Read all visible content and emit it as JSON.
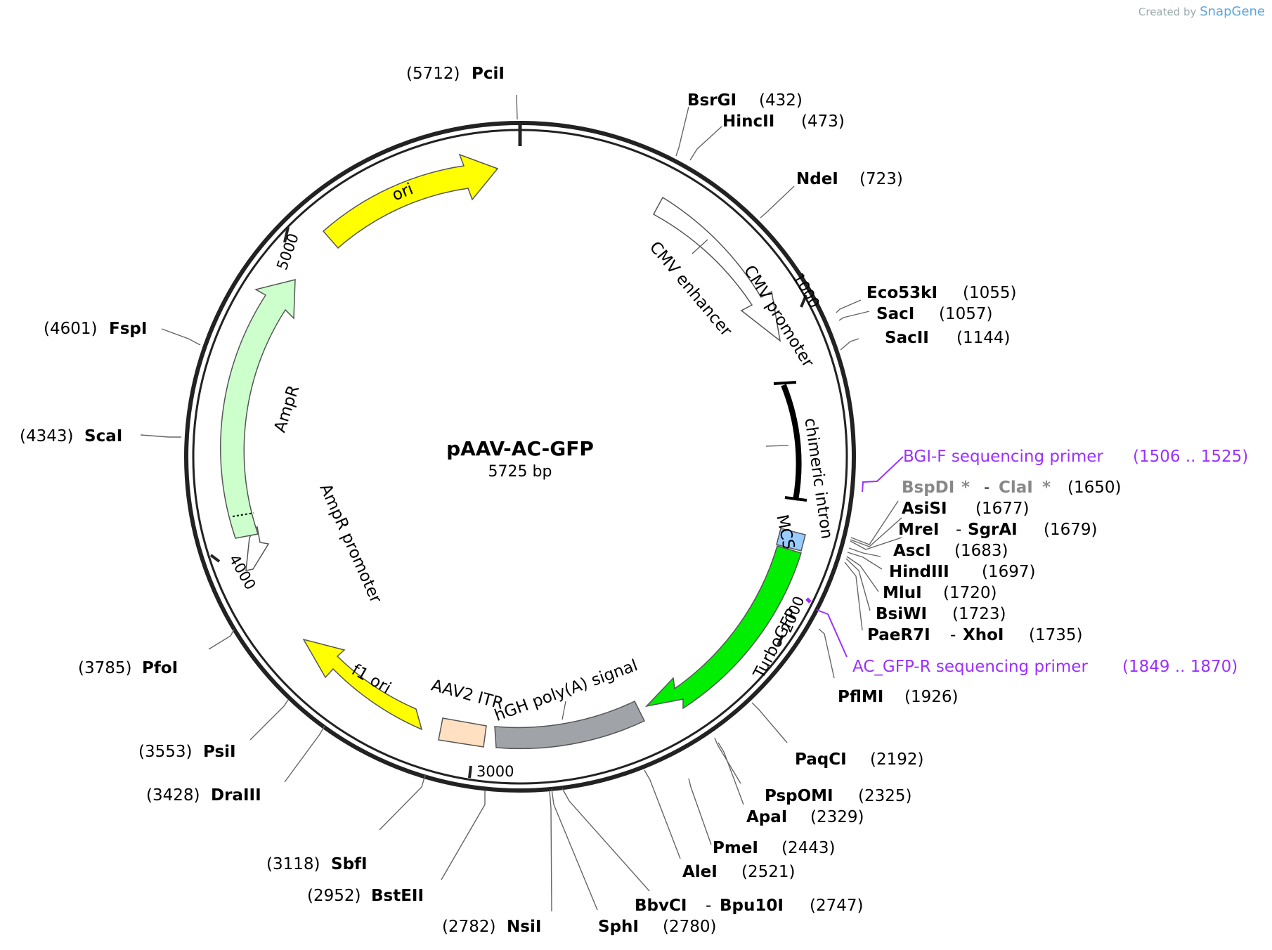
{
  "credit": {
    "prefix": "Created by",
    "brand": "SnapGene"
  },
  "plasmid": {
    "name": "pAAV-AC-GFP",
    "size": "5725 bp"
  },
  "ticks": [
    "1000",
    "2000",
    "3000",
    "4000",
    "5000"
  ],
  "features": {
    "ori": "ori",
    "cmv_enhancer": "CMV enhancer",
    "cmv_promoter": "CMV promoter",
    "chimeric_intron": "chimeric intron",
    "mcs": "MCS",
    "turbogfp": "TurboGFP",
    "hgh": "hGH poly(A) signal",
    "aav2_itr": "AAV2 ITR",
    "f1_ori": "f1 ori",
    "ampr_promoter": "AmpR promoter",
    "ampr": "AmpR"
  },
  "sites": [
    {
      "name": "PciI",
      "pos": "(5712)"
    },
    {
      "name": "BsrGI",
      "pos": "(432)"
    },
    {
      "name": "HincII",
      "pos": "(473)"
    },
    {
      "name": "NdeI",
      "pos": "(723)"
    },
    {
      "name": "Eco53kI",
      "pos": "(1055)"
    },
    {
      "name": "SacI",
      "pos": "(1057)"
    },
    {
      "name": "SacII",
      "pos": "(1144)"
    },
    {
      "name": "BspDI",
      "name2": "ClaI",
      "pos": "(1650)"
    },
    {
      "name": "AsiSI",
      "pos": "(1677)"
    },
    {
      "name": "MreI",
      "name2": "SgrAI",
      "pos": "(1679)"
    },
    {
      "name": "AscI",
      "pos": "(1683)"
    },
    {
      "name": "HindIII",
      "pos": "(1697)"
    },
    {
      "name": "MluI",
      "pos": "(1720)"
    },
    {
      "name": "BsiWI",
      "pos": "(1723)"
    },
    {
      "name": "PaeR7I",
      "name2": "XhoI",
      "pos": "(1735)"
    },
    {
      "name": "PflMI",
      "pos": "(1926)"
    },
    {
      "name": "PaqCI",
      "pos": "(2192)"
    },
    {
      "name": "PspOMI",
      "pos": "(2325)"
    },
    {
      "name": "ApaI",
      "pos": "(2329)"
    },
    {
      "name": "PmeI",
      "pos": "(2443)"
    },
    {
      "name": "AleI",
      "pos": "(2521)"
    },
    {
      "name": "BbvCI",
      "name2": "Bpu10I",
      "pos": "(2747)"
    },
    {
      "name": "SphI",
      "pos": "(2780)"
    },
    {
      "name": "NsiI",
      "pos": "(2782)"
    },
    {
      "name": "BstEII",
      "pos": "(2952)"
    },
    {
      "name": "SbfI",
      "pos": "(3118)"
    },
    {
      "name": "DraIII",
      "pos": "(3428)"
    },
    {
      "name": "PsiI",
      "pos": "(3553)"
    },
    {
      "name": "PfoI",
      "pos": "(3785)"
    },
    {
      "name": "ScaI",
      "pos": "(4343)"
    },
    {
      "name": "FspI",
      "pos": "(4601)"
    }
  ],
  "star": "*",
  "dash": "-",
  "primers": [
    {
      "name": "BGI-F sequencing primer",
      "range": "(1506 .. 1525)"
    },
    {
      "name": "AC_GFP-R sequencing primer",
      "range": "(1849 .. 1870)"
    }
  ],
  "colors": {
    "ori": "#ffff00",
    "cmv": "#ffffff",
    "mcs": "#99ccff",
    "turbogfp": "#00ee00",
    "hgh": "#a0a4a8",
    "aav2_itr": "#ffe0c0",
    "ampr": "#ccffcc",
    "primer": "#9b30ff"
  }
}
